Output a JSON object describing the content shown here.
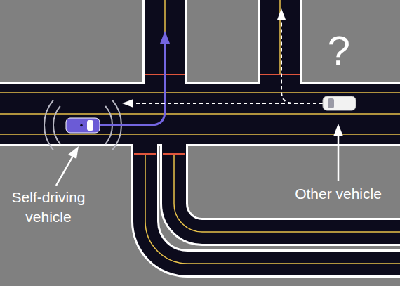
{
  "diagram": {
    "labels": [
      "?",
      "Self-driving vehicle",
      "Other vehicle"
    ]
  }
}
